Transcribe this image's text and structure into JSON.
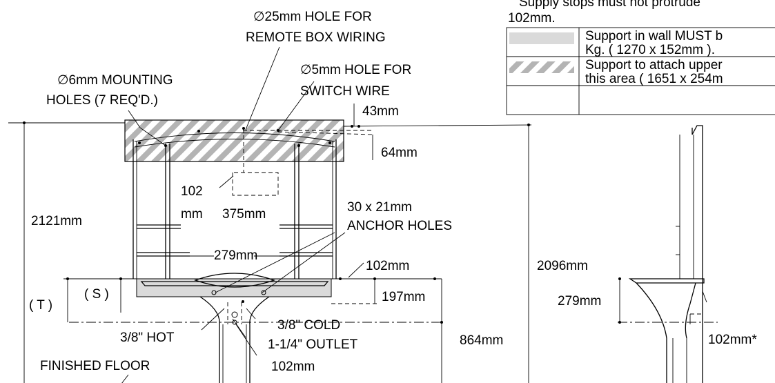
{
  "notes": {
    "supply_line1": "Supply stops must not protrude",
    "supply_line2": "102mm."
  },
  "legend": [
    {
      "line1": "Support in wall MUST b",
      "line2": "Kg. ( 1270 x 152mm )."
    },
    {
      "line1": "Support to attach upper",
      "line2": "this area ( 1651 x 254m"
    }
  ],
  "labels": {
    "hole25_line1": "∅25mm HOLE FOR",
    "hole25_line2": "REMOTE BOX WIRING",
    "hole5_line1": "∅5mm HOLE FOR",
    "hole5_line2": "SWITCH WIRE",
    "mount_line1": "∅6mm MOUNTING",
    "mount_line2": "HOLES (7 REQ'D.)",
    "d43": "43mm",
    "d64": "64mm",
    "d102a_line1": "102",
    "d102a_line2": "mm",
    "d375": "375mm",
    "anchor_line1": "30 x 21mm",
    "anchor_line2": "ANCHOR HOLES",
    "d2121": "2121mm",
    "d279": "279mm",
    "d102b": "102mm",
    "d197": "197mm",
    "T": "( T )",
    "S": "( S )",
    "cold": "3/8\" COLD",
    "hot": "3/8\" HOT",
    "outlet": "1-1/4\" OUTLET",
    "d864": "864mm",
    "floor": "FINISHED FLOOR",
    "d102c": "102mm",
    "d2096": "2096mm",
    "d279side": "279mm",
    "d102star": "102mm*"
  },
  "colors": {
    "hatch_stripe": "#b4b4b4",
    "solid_fill": "#dadada",
    "line": "#000000"
  }
}
